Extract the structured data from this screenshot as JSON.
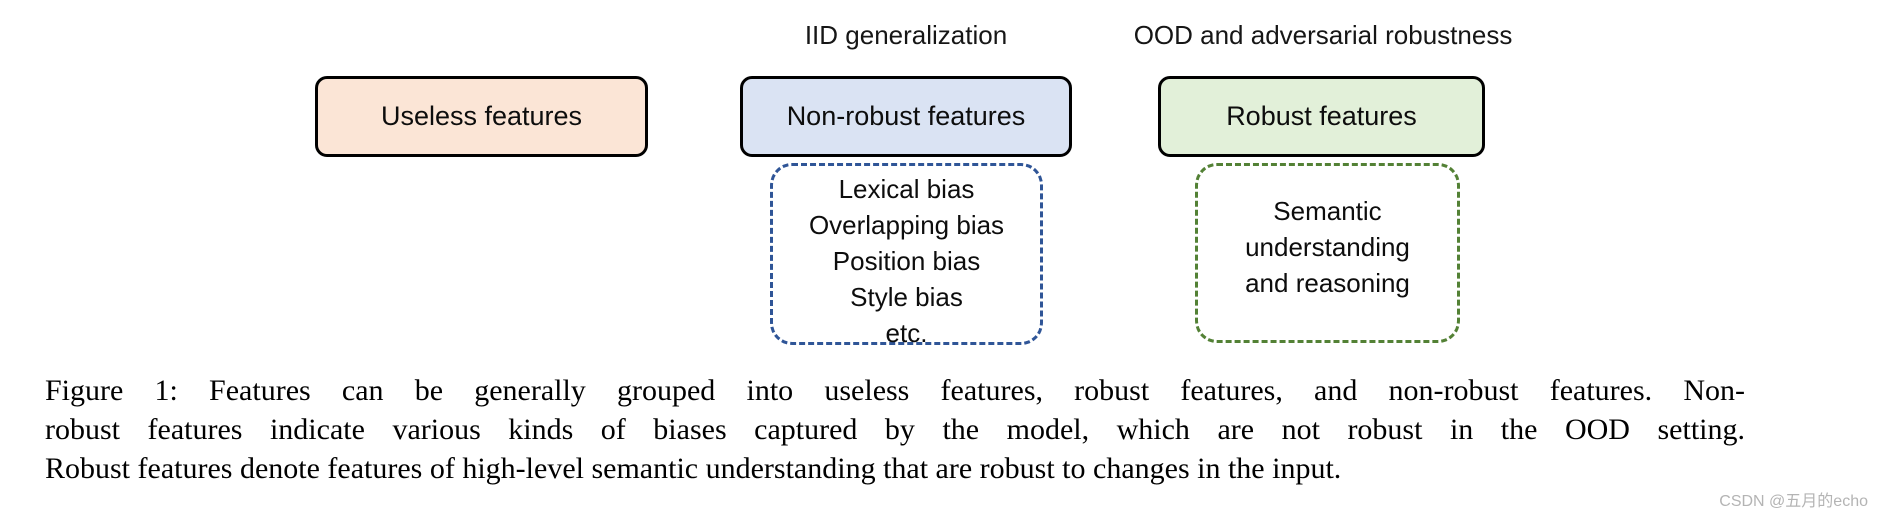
{
  "diagram": {
    "headers": {
      "iid": "IID generalization",
      "ood": "OOD and adversarial robustness"
    },
    "boxes": {
      "useless": {
        "label": "Useless features",
        "fill": "#FBE5D6",
        "border": "#000000"
      },
      "non_robust": {
        "label": "Non-robust features",
        "fill": "#DAE3F3",
        "border": "#000000"
      },
      "robust": {
        "label": "Robust features",
        "fill": "#E2F0D9",
        "border": "#000000"
      }
    },
    "bias_list": {
      "border_color": "#2F5597",
      "items": [
        "Lexical bias",
        "Overlapping bias",
        "Position bias",
        "Style bias",
        "etc."
      ]
    },
    "semantic_list": {
      "border_color": "#538135",
      "lines": [
        "Semantic",
        "understanding",
        "and reasoning"
      ]
    }
  },
  "caption": {
    "lines": [
      "Figure 1: Features can be generally grouped into useless features, robust features, and non-robust features. Non-",
      "robust features indicate various kinds of biases captured by the model, which are not robust in the OOD setting.",
      "Robust features denote features of high-level semantic understanding that are robust to changes in the input."
    ]
  },
  "watermark": {
    "text": "CSDN @五月的echo",
    "color": "#b4b4b4"
  }
}
